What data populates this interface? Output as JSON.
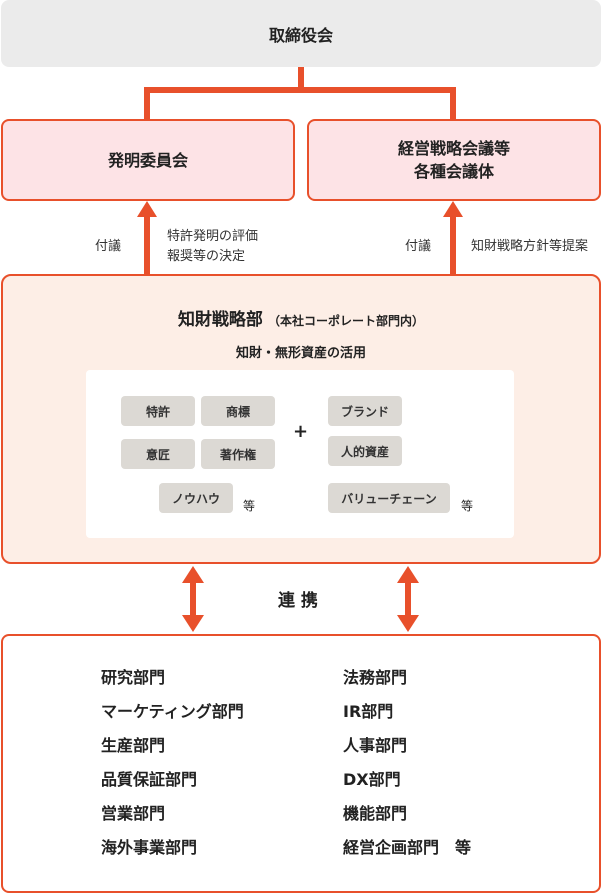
{
  "board": "取締役会",
  "invention_committee": "発明委員会",
  "strategy_meetings": {
    "line1": "経営戦略会議等",
    "line2": "各種会議体"
  },
  "left_flow": {
    "label": "付議",
    "desc_line1": "特許発明の評価",
    "desc_line2": "報奨等の決定"
  },
  "right_flow": {
    "label": "付議",
    "desc": "知財戦略方針等提案"
  },
  "ip_dept": {
    "title": "知財戦略部",
    "subtitle": "（本社コーポレート部門内）",
    "caption": "知財・無形資産の活用"
  },
  "ip_assets": {
    "patent": "特許",
    "trademark": "商標",
    "design": "意匠",
    "copyright": "著作権",
    "knowhow": "ノウハウ",
    "etc_left": "等",
    "plus": "+",
    "brand": "ブランド",
    "human": "人的資産",
    "value_chain": "バリューチェーン",
    "etc_right": "等"
  },
  "cooperation": "連 携",
  "departments_left": [
    "研究部門",
    "マーケティング部門",
    "生産部門",
    "品質保証部門",
    "営業部門",
    "海外事業部門"
  ],
  "departments_right": [
    "法務部門",
    "IR部門",
    "人事部門",
    "DX部門",
    "機能部門",
    "経営企画部門　等"
  ],
  "colors": {
    "accent": "#e8502b",
    "pink_fill": "#fde3e6",
    "peach_fill": "#fdeee6",
    "board_fill": "#ebebeb",
    "chip_fill": "#dcd9d4"
  }
}
